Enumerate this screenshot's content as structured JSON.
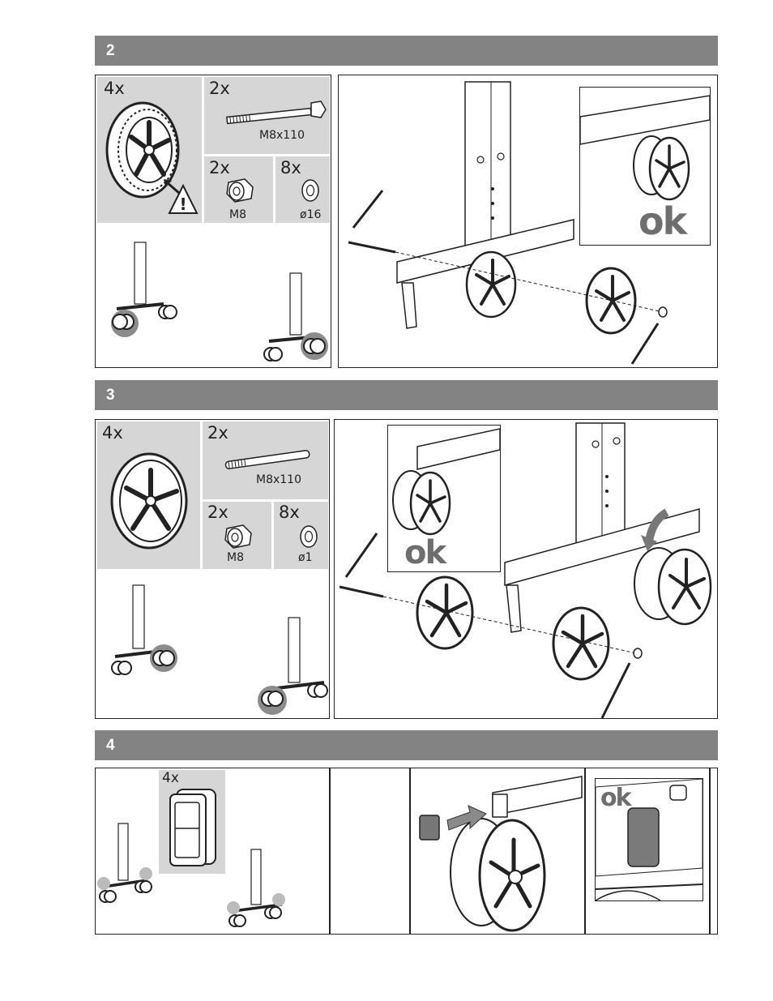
{
  "steps": [
    {
      "number": "2",
      "parts": {
        "wheels_qty": "4x",
        "bolt_qty": "2x",
        "bolt_label": "M8x110",
        "nut_qty": "2x",
        "nut_label": "M8",
        "washer_qty": "8x",
        "washer_label": "ø16"
      },
      "ok_label": "ok"
    },
    {
      "number": "3",
      "parts": {
        "wheels_qty": "4x",
        "bolt_qty": "2x",
        "bolt_label": "M8x110",
        "nut_qty": "2x",
        "nut_label": "M8",
        "washer_qty": "8x",
        "washer_label": "ø1"
      },
      "ok_label": "ok"
    },
    {
      "number": "4",
      "parts": {
        "cap_qty": "4x"
      },
      "ok_label": "ok"
    }
  ],
  "icons": [
    "wheel-icon",
    "bolt-icon",
    "nut-icon",
    "washer-icon",
    "warning-icon",
    "arrow-icon",
    "wrench-icon",
    "end-cap-icon"
  ]
}
